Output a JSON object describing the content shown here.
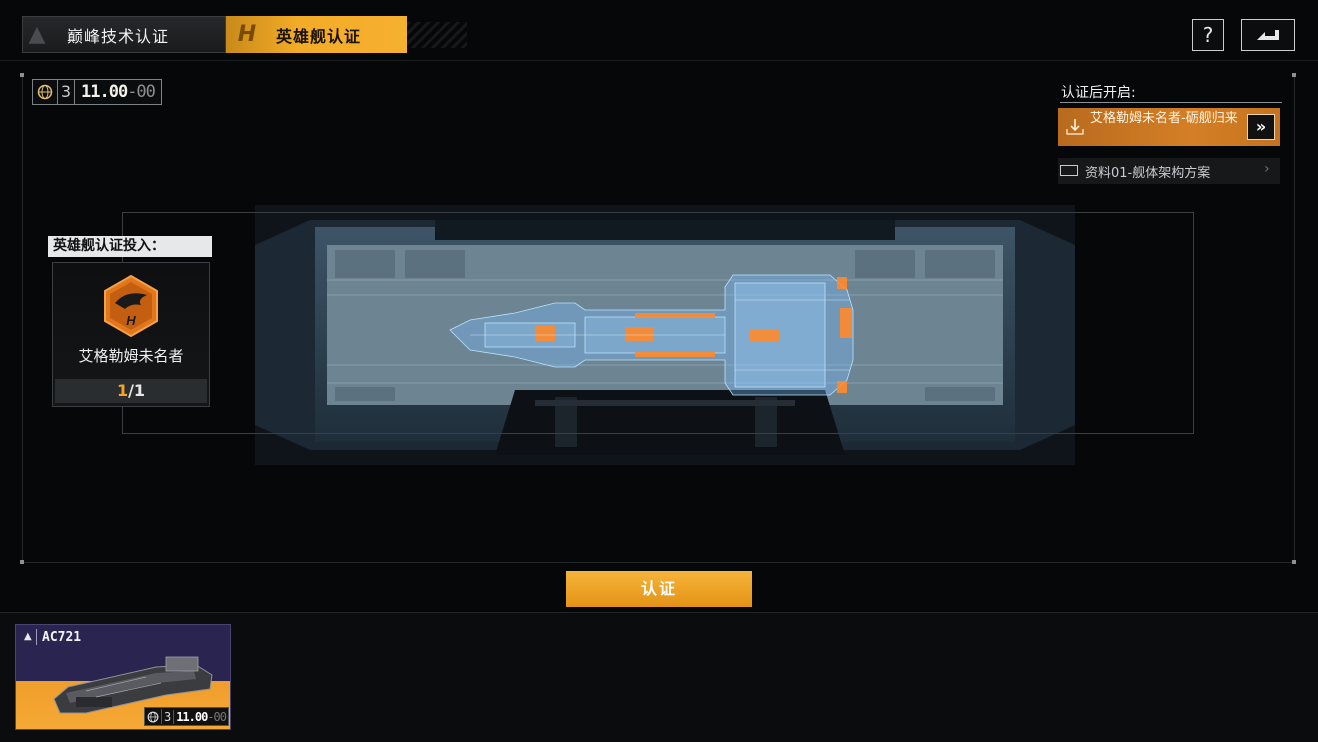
{
  "tabs": [
    {
      "label": "巅峰技术认证",
      "active": false
    },
    {
      "label": "英雄舰认证",
      "active": true
    }
  ],
  "header_icons": {
    "help": "question-mark-icon",
    "back": "return-icon"
  },
  "cost": {
    "level": "3",
    "time_main": "11.00",
    "time_rest": "-00"
  },
  "input": {
    "title": "英雄舰认证投入：",
    "hero_name": "艾格勒姆未名者",
    "count_have": "1",
    "count_sep": "/",
    "count_need": "1"
  },
  "unlock": {
    "title": "认证后开启:",
    "items": [
      {
        "label": "艾格勒姆未名者-砺舰归来",
        "icon": "download-icon",
        "action_icon": "double-chevron-icon"
      },
      {
        "label": "资料01-舰体架构方案",
        "icon": "card-icon",
        "action_icon": "chevron-right-icon"
      }
    ]
  },
  "confirm_label": "认证",
  "ship_card": {
    "name": "AC721",
    "rank_icon": "rank-triangle-icon",
    "cost_level": "3",
    "cost_time_main": "11.00",
    "cost_time_rest": "-00"
  },
  "colors": {
    "accent": "#f3a623",
    "panel_dark": "#0b0c0e",
    "blueprint": "#5fb4ff",
    "blueprint_orange": "#ff8a2c"
  }
}
